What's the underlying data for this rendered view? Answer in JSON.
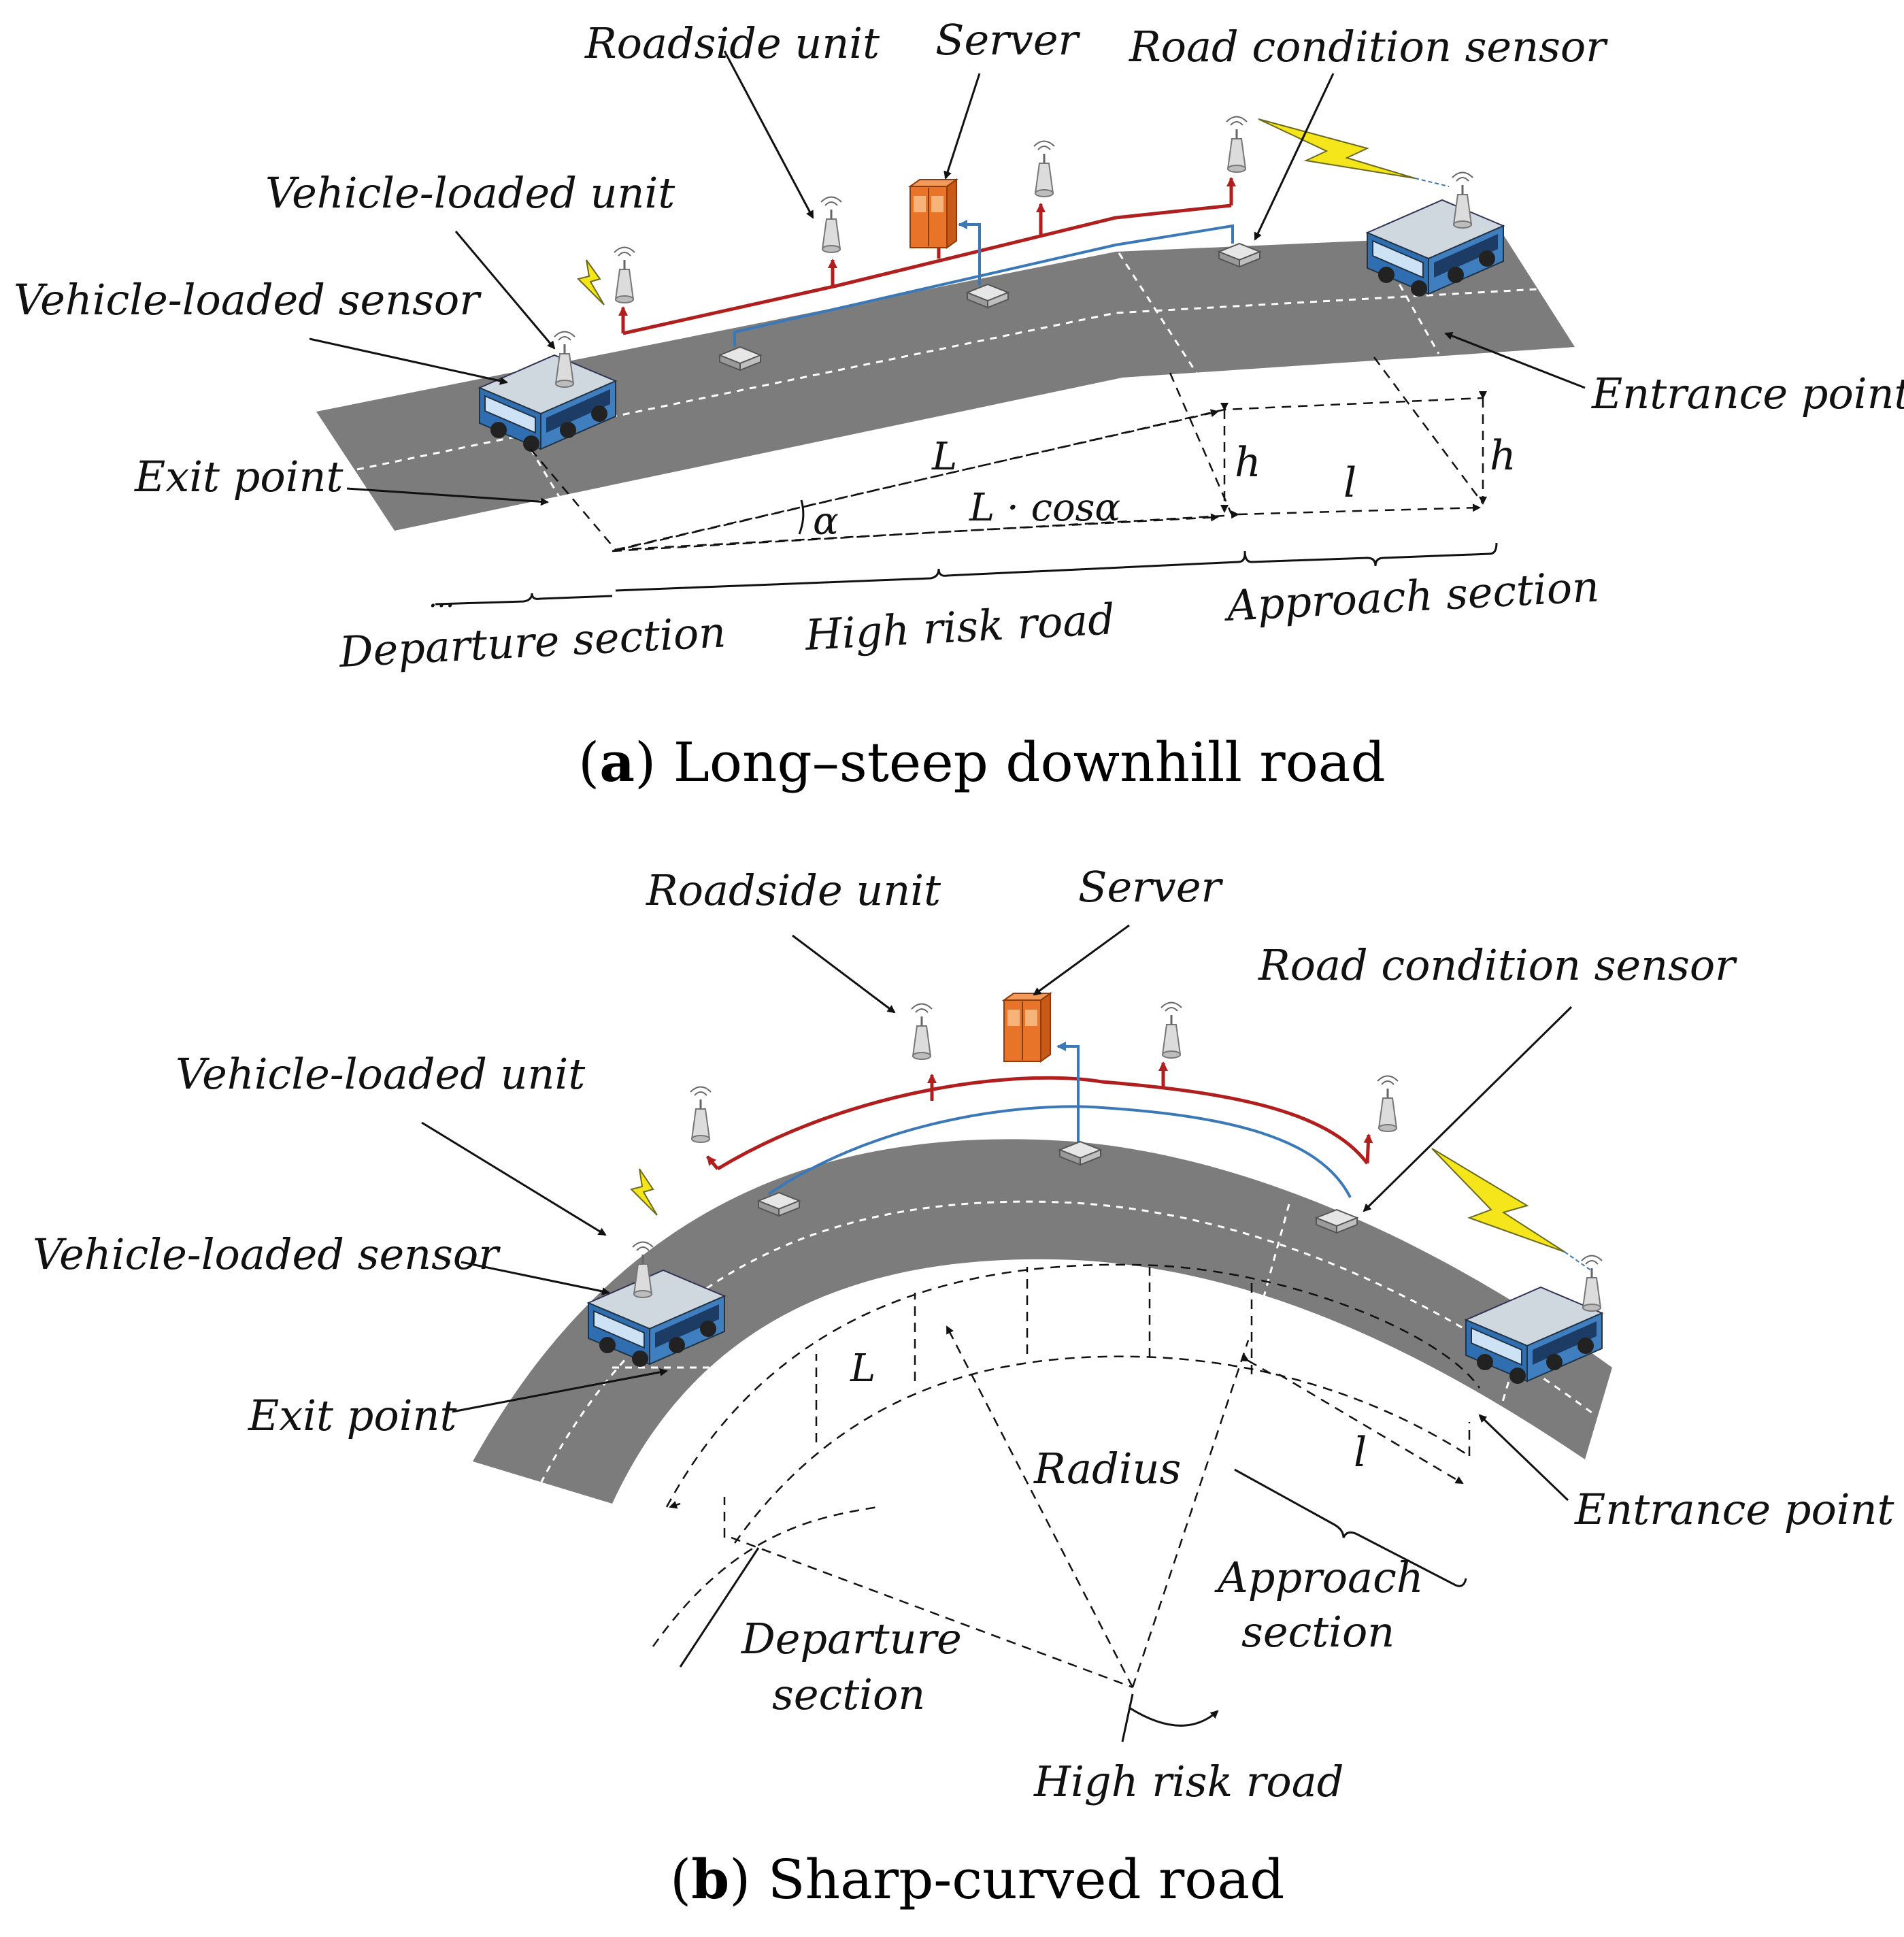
{
  "panel_a": {
    "labels": {
      "roadside_unit": "Roadside unit",
      "server": "Server",
      "road_condition_sensor": "Road condition sensor",
      "vehicle_loaded_unit": "Vehicle-loaded unit",
      "vehicle_loaded_sensor": "Vehicle-loaded sensor",
      "exit_point": "Exit point",
      "entrance_point": "Entrance point",
      "departure_section": "Departure section",
      "high_risk_road": "High risk road",
      "approach_section": "Approach section"
    },
    "symbols": {
      "L": "L",
      "L_cos": "L · cosα",
      "alpha": "α",
      "h1": "h",
      "h2": "h",
      "l": "l",
      "ellipsis": "..."
    },
    "caption": {
      "letter": "a",
      "text": "Long–steep downhill road"
    }
  },
  "panel_b": {
    "labels": {
      "roadside_unit": "Roadside unit",
      "server": "Server",
      "road_condition_sensor": "Road condition sensor",
      "vehicle_loaded_unit": "Vehicle-loaded unit",
      "vehicle_loaded_sensor": "Vehicle-loaded sensor",
      "exit_point": "Exit point",
      "entrance_point": "Entrance point",
      "radius": "Radius",
      "approach_section_1": "Approach",
      "approach_section_2": "section",
      "departure_section_1": "Departure",
      "departure_section_2": "section",
      "high_risk_road": "High risk road"
    },
    "symbols": {
      "L": "L",
      "l": "l"
    },
    "caption": {
      "letter": "b",
      "text": "Sharp-curved road"
    }
  },
  "colors": {
    "road": "#7c7c7c",
    "vehicle_comm_link": "#b01e1e",
    "sensor_link": "#3a78b8",
    "server": "#e8742a",
    "lightning": "#f5e61c",
    "bus_body": "#3f7fc0"
  },
  "icons": [
    "roadside-antenna-icon",
    "server-cabinet-icon",
    "road-sensor-icon",
    "bus-icon",
    "lightning-icon"
  ]
}
